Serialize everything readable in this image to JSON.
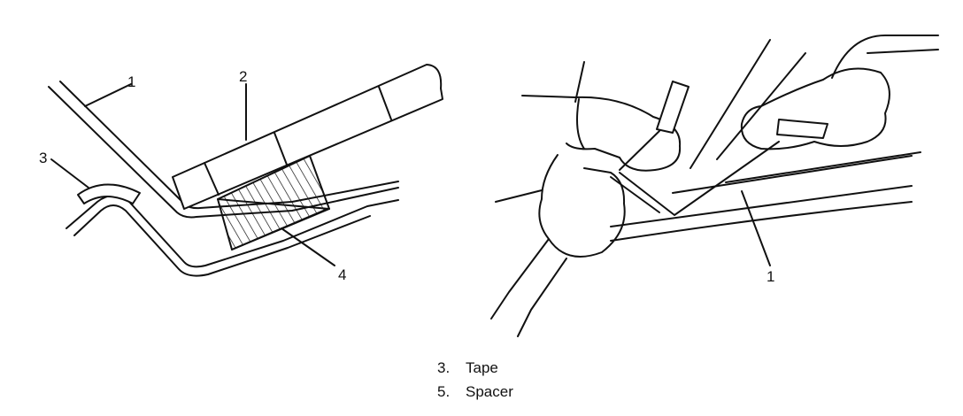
{
  "left_callouts": [
    "1",
    "2",
    "3",
    "4"
  ],
  "right_callouts": [
    "1"
  ],
  "legend": [
    {
      "num": "3.",
      "label": "Tape"
    },
    {
      "num": "5.",
      "label": "Spacer"
    }
  ],
  "colors": {
    "ink": "#111111",
    "background": "#ffffff"
  }
}
